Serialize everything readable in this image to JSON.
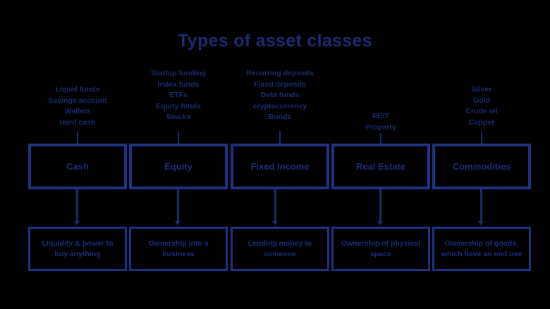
{
  "title": "Types of asset classes",
  "theme": {
    "background": "#000000",
    "ink": "#1d2b74",
    "border": "#1f3282",
    "connector": "#1b2a6b"
  },
  "columns": [
    {
      "id": "cash",
      "category": "Cash",
      "examples": [
        "Liquid funds",
        "Savings account",
        "Wallets",
        "Hard cash"
      ],
      "description": "Liquidity & power to buy anything"
    },
    {
      "id": "equity",
      "category": "Equity",
      "examples": [
        "Startup funding",
        "Index funds",
        "ETFs",
        "Equity funds",
        "Stocks"
      ],
      "description": "Ownership into a business"
    },
    {
      "id": "fixed-income",
      "category": "Fixed Income",
      "examples": [
        "Recurring deposits",
        "Fixed deposits",
        "Debt funds",
        "cryptocurrency",
        "Bonds"
      ],
      "description": "Lending money to someone"
    },
    {
      "id": "real-estate",
      "category": "Real Estate",
      "examples": [
        "REIT",
        "Property"
      ],
      "description": "Ownership of physical space"
    },
    {
      "id": "commodities",
      "category": "Commodities",
      "examples": [
        "Silver",
        "Gold",
        "Crude oil",
        "Copper"
      ],
      "description": "Ownership of goods, which have an end use"
    }
  ]
}
